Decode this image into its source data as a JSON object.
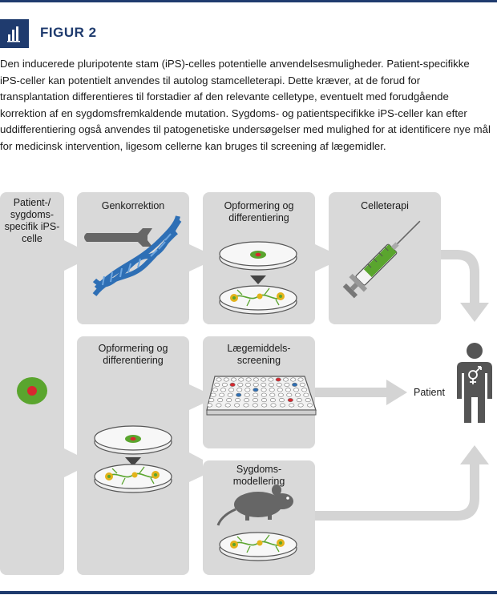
{
  "figure": {
    "label": "FIGUR 2",
    "icon": "bar-chart-icon",
    "caption": "Den inducerede pluripotente stam (iPS)-celles potentielle anvendelsesmuligheder. Patient-specifikke iPS-celler kan potentielt anvendes til autolog stamcelleterapi. Dette kræver, at de forud for transplantation differentieres til forstadier af den relevante celletype, eventuelt med forudgående korrektion af en sygdomsfremkaldende mutation. Sygdoms- og patientspecifikke iPS-celler kan efter uddifferentiering også anvendes til patogenetiske undersøgelser med mulighed for at identificere nye mål for medicinsk intervention, ligesom cellerne kan bruges til screening af lægemidler."
  },
  "panels": {
    "source": "Patient-/ sygdoms-specifik iPS-celle",
    "gene": "Genkorrektion",
    "prolif_top": "Opformering og differentiering",
    "therapy": "Celleterapi",
    "prolif_bottom": "Opformering og differentiering",
    "screening": "Lægemiddels-screening",
    "modelling": "Sygdoms-modellering"
  },
  "patient_label": "Patient",
  "colors": {
    "header_blue": "#1f3b6e",
    "panel_gray": "#d9d9d9",
    "arrow_gray": "#d4d4d4",
    "cell_green": "#5aa52e",
    "nucleus_red": "#d7282f",
    "dna_blue": "#2e6fb5"
  }
}
